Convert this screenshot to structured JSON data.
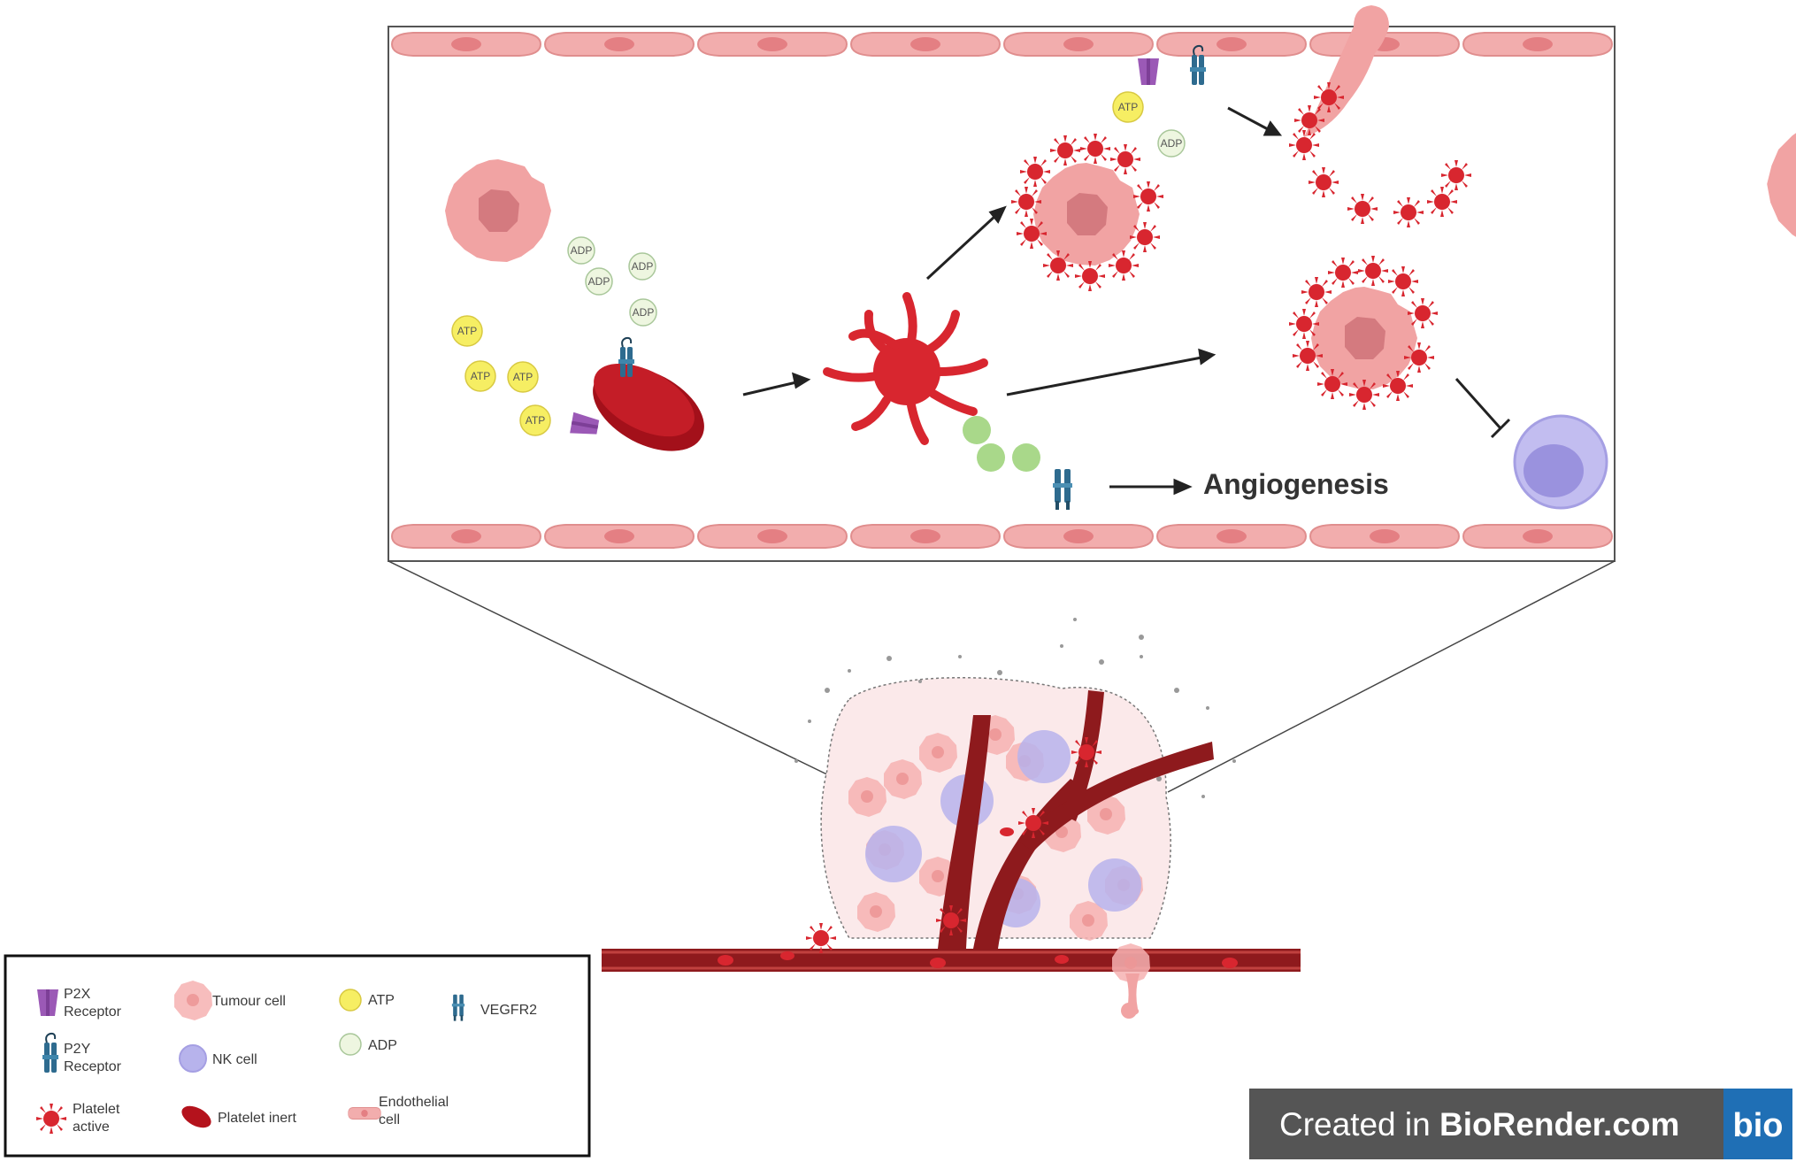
{
  "diagram": {
    "angiogenesis_label": "Angiogenesis",
    "molecules": {
      "atp": "ATP",
      "adp": "ADP"
    }
  },
  "legend": {
    "items": [
      {
        "id": "p2x",
        "line1": "P2X",
        "line2": "Receptor"
      },
      {
        "id": "p2y",
        "line1": "P2Y",
        "line2": "Receptor"
      },
      {
        "id": "platelet-active",
        "line1": "Platelet",
        "line2": "active"
      },
      {
        "id": "tumour",
        "line1": "Tumour cell"
      },
      {
        "id": "nk",
        "line1": "NK cell"
      },
      {
        "id": "platelet-inert",
        "line1": "Platelet inert"
      },
      {
        "id": "atp",
        "line1": "ATP"
      },
      {
        "id": "adp",
        "line1": "ADP"
      },
      {
        "id": "endothelial",
        "line1": "Endothelial",
        "line2": "cell"
      },
      {
        "id": "vegfr2",
        "line1": "VEGFR2"
      }
    ]
  },
  "badge": {
    "prefix": "Created in ",
    "brand": "BioRender.com",
    "logo": "bio"
  },
  "colors": {
    "tumour": "#f1a3a3",
    "tumour_nucleus": "#d47a7f",
    "platelet_active": "#d8262f",
    "platelet_inert": "#b4121c",
    "nk": "#b7b3ec",
    "endothelial": "#f2adad",
    "vessel": "#8e1a1d",
    "p2x": "#9b59b6",
    "receptor_blue": "#2e6b8f",
    "atp": "#f6ee63",
    "adp": "#eef6e0",
    "badge_bg": "#555555",
    "badge_accent": "#1f6fb5"
  }
}
